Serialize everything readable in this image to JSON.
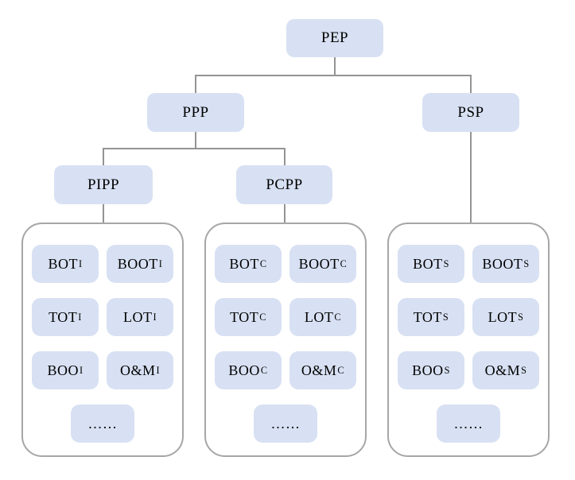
{
  "colors": {
    "node_fill": "#d8e1f3",
    "container_border": "#a6a6a6",
    "connector": "#949494",
    "text": "#000000",
    "background": "#ffffff"
  },
  "nodes": {
    "root": {
      "label": "PEP"
    },
    "ppp": {
      "label": "PPP"
    },
    "psp": {
      "label": "PSP"
    },
    "pipp": {
      "label": "PIPP"
    },
    "pcpp": {
      "label": "PCPP"
    }
  },
  "groups": [
    {
      "items": [
        {
          "main": "BOT",
          "sub": "I"
        },
        {
          "main": "BOOT",
          "sub": "I"
        },
        {
          "main": "TOT",
          "sub": "I"
        },
        {
          "main": "LOT",
          "sub": "I"
        },
        {
          "main": "BOO",
          "sub": "I"
        },
        {
          "main": "O&M",
          "sub": "I"
        },
        {
          "main": "……",
          "sub": ""
        }
      ]
    },
    {
      "items": [
        {
          "main": "BOT",
          "sub": "C"
        },
        {
          "main": "BOOT",
          "sub": "C"
        },
        {
          "main": "TOT",
          "sub": "C"
        },
        {
          "main": "LOT",
          "sub": "C"
        },
        {
          "main": "BOO",
          "sub": "C"
        },
        {
          "main": "O&M",
          "sub": "C"
        },
        {
          "main": "……",
          "sub": ""
        }
      ]
    },
    {
      "items": [
        {
          "main": "BOT",
          "sub": "S"
        },
        {
          "main": "BOOT",
          "sub": "S"
        },
        {
          "main": "TOT",
          "sub": "S"
        },
        {
          "main": "LOT",
          "sub": "S"
        },
        {
          "main": "BOO",
          "sub": "S"
        },
        {
          "main": "O&M",
          "sub": "S"
        },
        {
          "main": "……",
          "sub": ""
        }
      ]
    }
  ]
}
